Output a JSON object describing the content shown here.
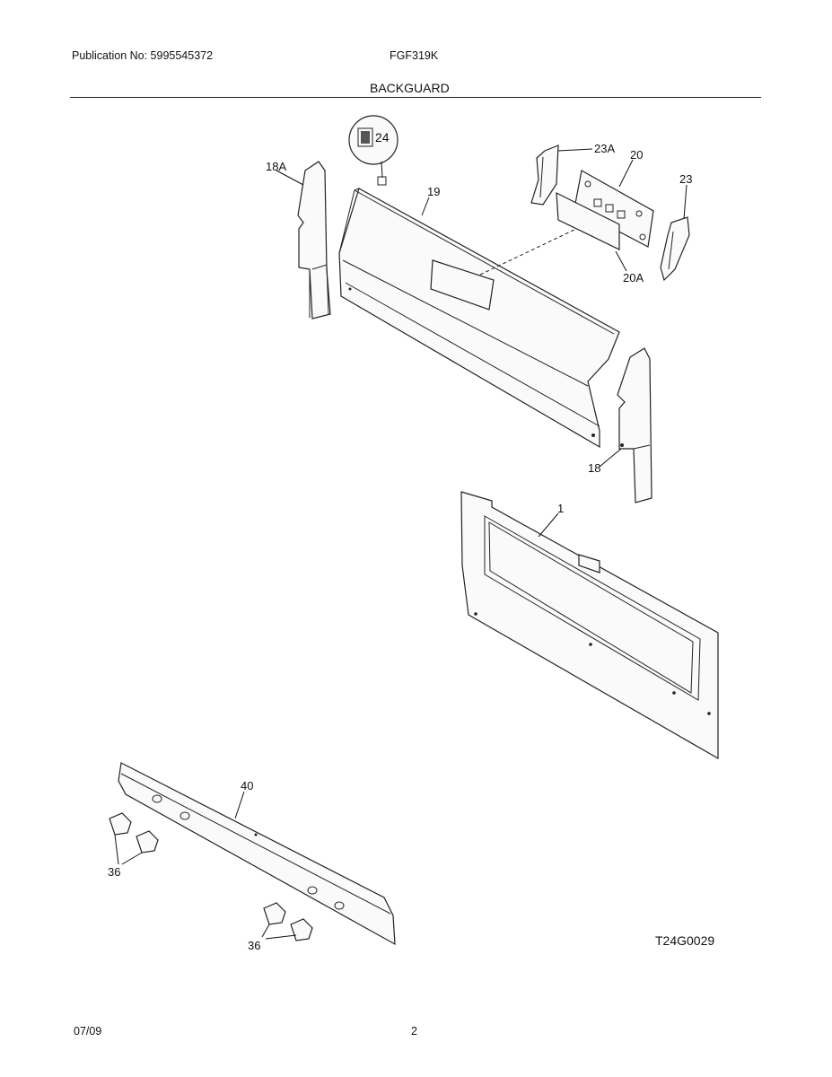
{
  "header": {
    "publication": "Publication No: 5995545372",
    "model": "FGF319K",
    "section": "BACKGUARD"
  },
  "callouts": {
    "p24": "24",
    "p18a": "18A",
    "p19": "19",
    "p23a": "23A",
    "p20": "20",
    "p23": "23",
    "p20a": "20A",
    "p18": "18",
    "p1": "1",
    "p40": "40",
    "p36a": "36",
    "p36b": "36"
  },
  "drawing_code": "T24G0029",
  "footer": {
    "date": "07/09",
    "page": "2"
  }
}
